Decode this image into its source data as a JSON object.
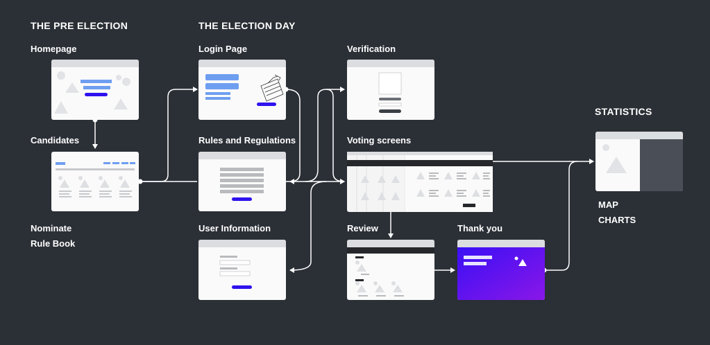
{
  "sections": {
    "pre_election": "THE PRE ELECTION",
    "election_day": "THE ELECTION DAY",
    "statistics": "STATISTICS"
  },
  "screens": {
    "homepage": "Homepage",
    "candidates": "Candidates",
    "login": "Login Page",
    "rules": "Rules and Regulations",
    "user_info": "User Information",
    "verification": "Verification",
    "voting": "Voting screens",
    "review": "Review",
    "thank_you": "Thank you"
  },
  "pre_election_links": [
    "Nominate",
    "Rule Book"
  ],
  "statistics_links": [
    "MAP",
    "CHARTS"
  ],
  "colors": {
    "background": "#2b2f36",
    "accent_blue": "#6e9ef0",
    "primary_button": "#2f12ee",
    "thank_you_gradient_start": "#3a0ff5",
    "thank_you_gradient_end": "#8a17e8",
    "connector": "#ffffff"
  }
}
